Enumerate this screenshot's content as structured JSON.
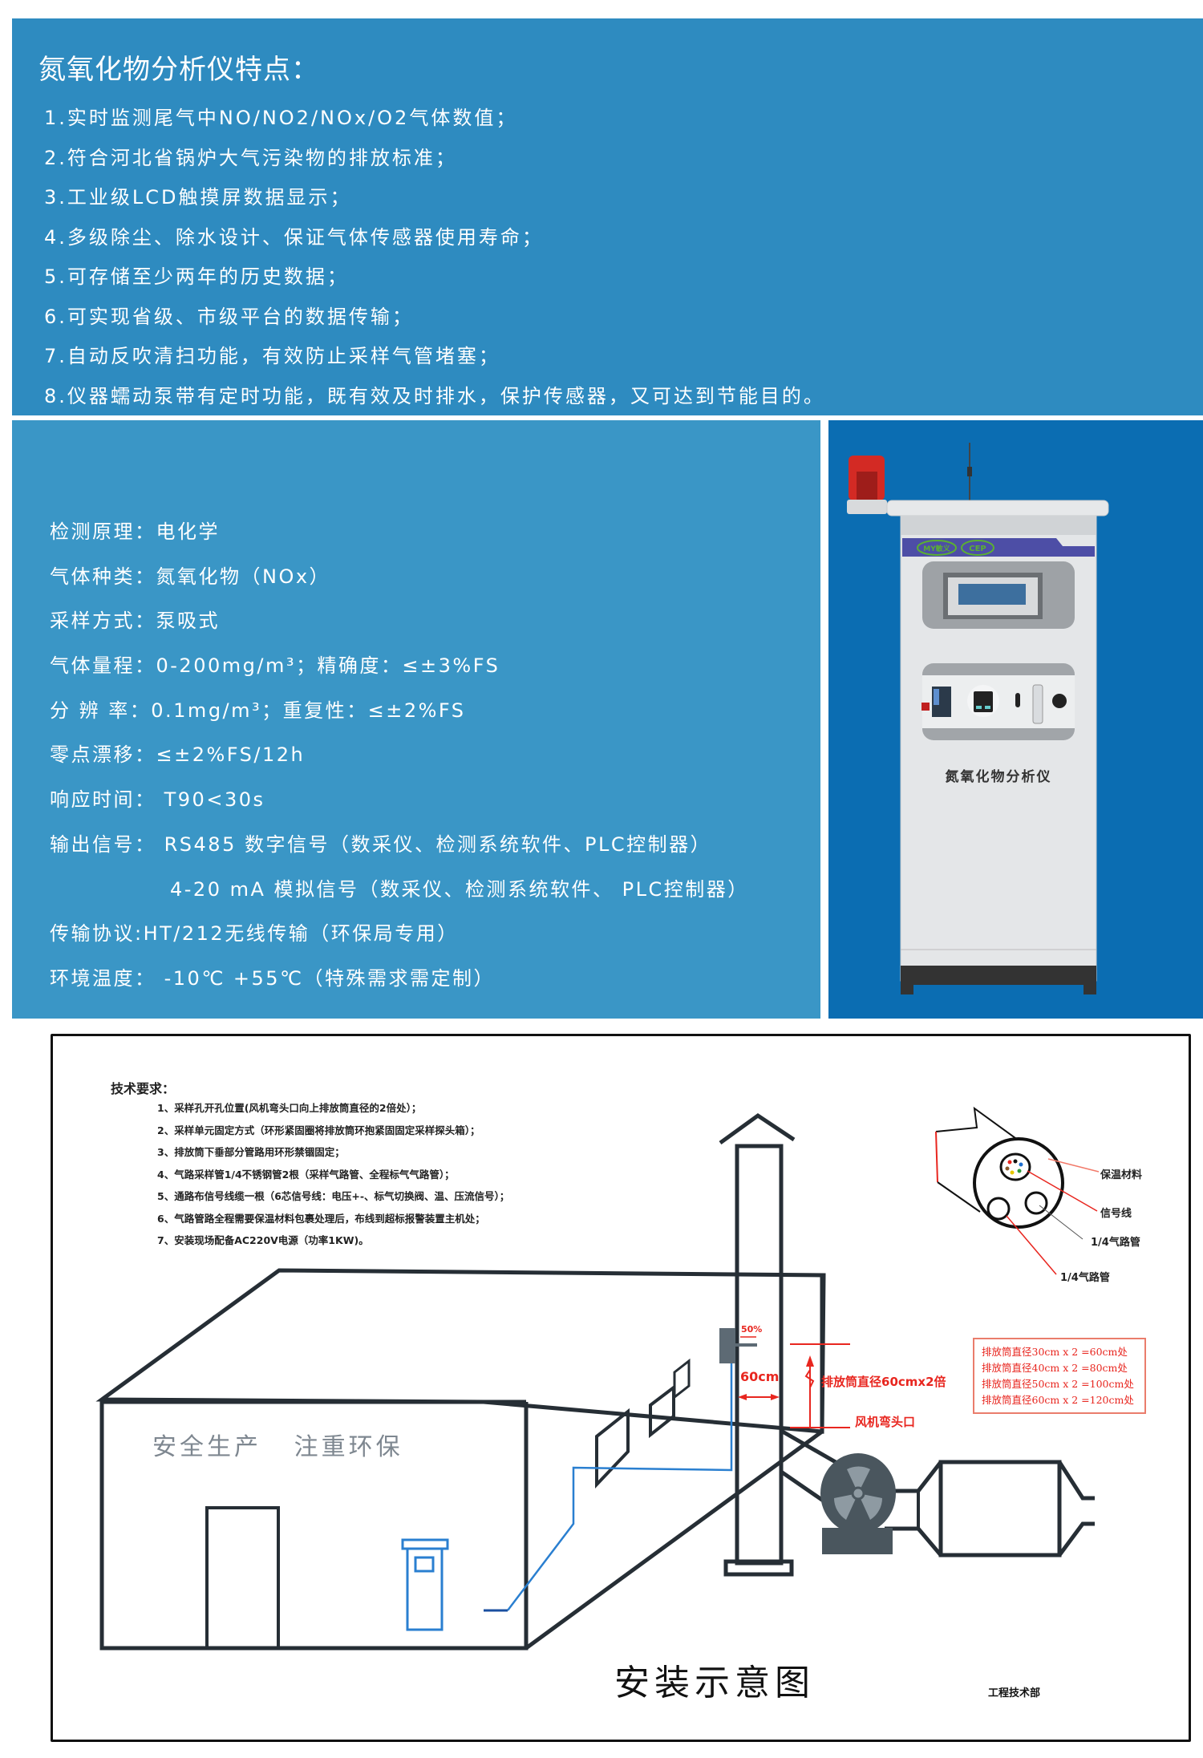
{
  "features": {
    "title": "氮氧化物分析仪特点：",
    "items": [
      "1.实时监测尾气中NO/NO2/NOx/O2气体数值；",
      "2.符合河北省锅炉大气污染物的排放标准；",
      "3.工业级LCD触摸屏数据显示；",
      "4.多级除尘、除水设计、保证气体传感器使用寿命；",
      "5.可存储至少两年的历史数据；",
      "6.可实现省级、市级平台的数据传输；",
      "7.自动反吹清扫功能，有效防止采样气管堵塞；",
      "8.仪器蠕动泵带有定时功能，既有效及时排水，保护传感器，又可达到节能目的。"
    ]
  },
  "specs": [
    {
      "label": "检测原理：",
      "value": "电化学"
    },
    {
      "label": "气体种类：",
      "value": "氮氧化物（NOx）"
    },
    {
      "label": "采样方式：",
      "value": "泵吸式"
    },
    {
      "label": "气体量程：",
      "value": "0-200mg/m³；精确度：≤±3%FS"
    },
    {
      "label": "分 辨 率：",
      "value": "0.1mg/m³；重复性：≤±2%FS"
    },
    {
      "label": "零点漂移：",
      "value": "≤±2%FS/12h"
    },
    {
      "label": "响应时间：",
      "value": " T90<30s"
    },
    {
      "label": "输出信号：",
      "value": " RS485 数字信号（数采仪、检测系统软件、PLC控制器）"
    },
    {
      "label": "",
      "value": "4-20 mA 模拟信号（数采仪、检测系统软件、 PLC控制器）"
    },
    {
      "label": "传输协议:",
      "value": "HT/212无线传输（环保局专用）"
    },
    {
      "label": "环境温度：",
      "value": " -10℃ +55℃（特殊需求需定制）"
    }
  ],
  "product": {
    "panel_label": "氮氧化物分析仪",
    "logo_left": "MY敏义",
    "logo_right": "CEP"
  },
  "diagram": {
    "tech_title": "技术要求：",
    "tech_items": [
      "1、采样孔开孔位置(风机弯头口向上排放筒直径的2倍处）；",
      "2、采样单元固定方式（环形紧固圈将排放筒环抱紧固固定采样探头箱）；",
      "3、排放筒下垂部分管路用环形禁锢固定；",
      "4、气路采样管1/4不锈钢管2根（采样气路管、全程标气气路管）；",
      "5、通路布信号线缆一根（6芯信号线：电压+-、标气切换阀、温、压流信号）；",
      "6、气路管路全程需要保温材料包裹处理后，布线到超标报警装置主机处；",
      "7、安装现场配备AC220V电源（功率1KW)。"
    ],
    "slogan": "安全生产   注重环保",
    "cross_section_labels": [
      "保温材料",
      "信号线",
      "1/4气路管",
      "1/4气路管"
    ],
    "probe_percent": "50%",
    "width_label": "60cm",
    "height_label": "排放筒直径60cmx2倍",
    "fan_elbow_label": "风机弯头口",
    "calc_lines": [
      "排放筒直径30cm x 2 =60cm处",
      "排放筒直径40cm x 2 =80cm处",
      "排放筒直径50cm x 2 =100cm处",
      "排放筒直径60cm x 2 =120cm处"
    ],
    "title": "安装示意图",
    "department": "工程技术部"
  },
  "colors": {
    "features_bg": "#2e8bc0",
    "specs_bg": "#3a96c6",
    "product_bg": "#0b6db2",
    "annotation_red": "#e8261f",
    "cable_blue": "#2a7fd0",
    "line_dark": "#262e35"
  }
}
